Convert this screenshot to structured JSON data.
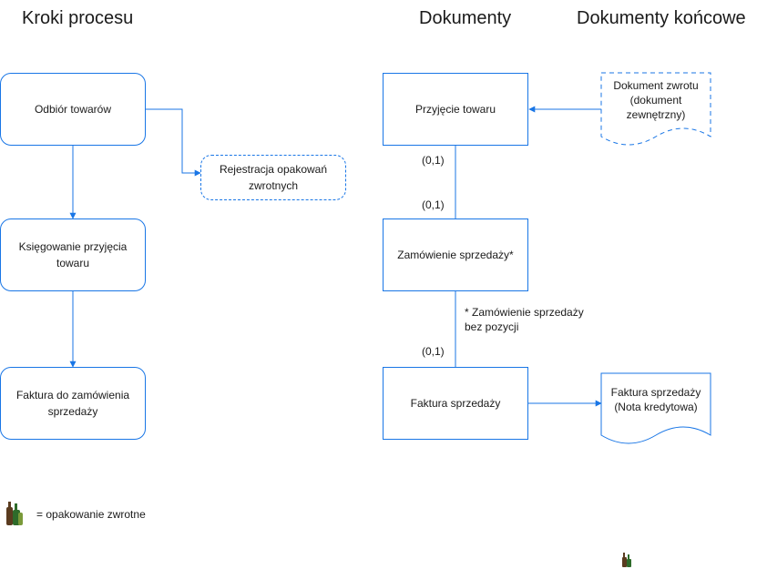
{
  "headings": {
    "process_steps": "Kroki procesu",
    "documents": "Dokumenty",
    "final_documents": "Dokumenty końcowe"
  },
  "steps": {
    "goods_receipt": "Odbiór towarów",
    "returnable_packaging": "Rejestracja opakowań zwrotnych",
    "receipt_posting": "Księgowanie przyjęcia towaru",
    "order_invoice": "Faktura do zamówienia sprzedaży"
  },
  "documents": {
    "goods_receipt": "Przyjęcie towaru",
    "sales_order": "Zamówienie sprzedaży*",
    "sales_invoice": "Faktura sprzedaży"
  },
  "final_documents": {
    "return_document": "Dokument zwrotu (dokument zewnętrzny)",
    "credit_invoice": "Faktura sprzedaży (Nota kredytowa)"
  },
  "cardinality": {
    "receipt_bottom": "(0,1)",
    "order_top": "(0,1)",
    "invoice_top": "(0,1)"
  },
  "notes": {
    "order_footnote_line1": "* Zamówienie sprzedaży",
    "order_footnote_line2": "bez pozycji"
  },
  "legend": {
    "returnable_packaging": "= opakowanie zwrotne"
  },
  "colors": {
    "accent": "#1976e6",
    "text": "#1a1a1a"
  }
}
